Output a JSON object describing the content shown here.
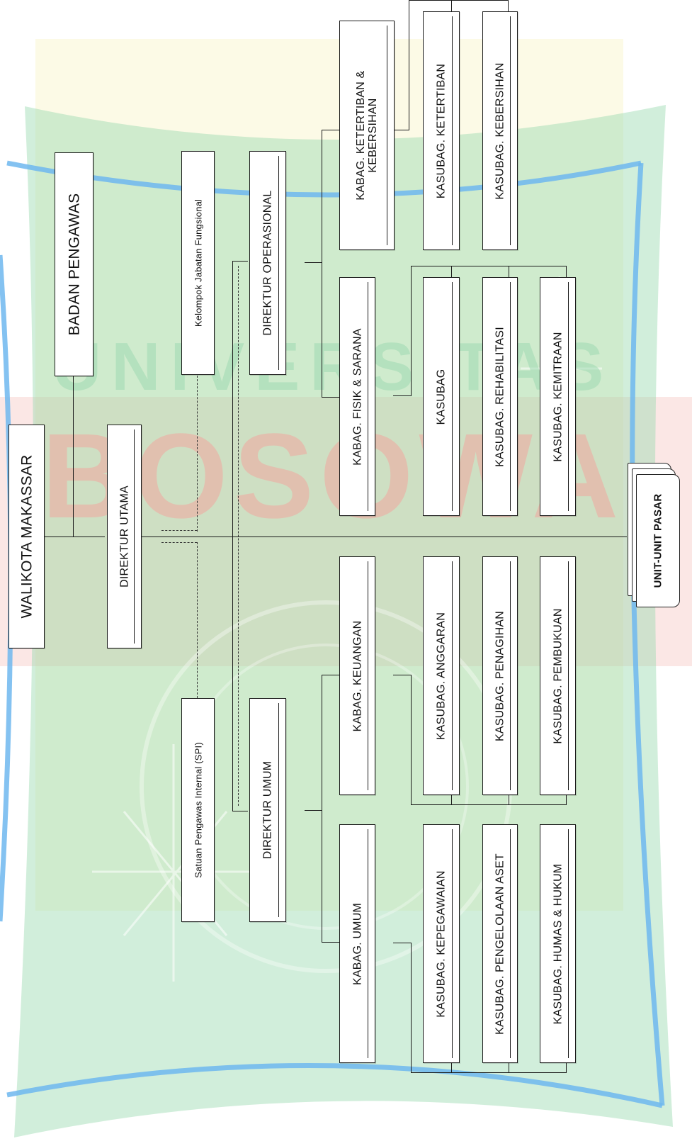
{
  "org_chart": {
    "walikota": "WALIKOTA MAKASSAR",
    "badan_pengawas": "BADAN PENGAWAS",
    "direktur_utama": "DIREKTUR UTAMA",
    "kelompok_jabatan": "Kelompok Jabatan Fungsional",
    "spi": "Satuan Pengawas Internal (SPI)",
    "direktur_operasional": "DIREKTUR OPERASIONAL",
    "direktur_umum": "DIREKTUR UMUM",
    "kabag_ketertiban_line1": "KABAG. KETERTIBAN &",
    "kabag_ketertiban_line2": "KEBERSIHAN",
    "kasubag_ketertiban": "KASUBAG. KETERTIBAN",
    "kasubag_kebersihan": "KASUBAG. KEBERSIHAN",
    "kabag_fisik": "KABAG. FISIK & SARANA",
    "kasubag": "KASUBAG",
    "kasubag_rehabilitasi": "KASUBAG. REHABILITASI",
    "kasubag_kemitraan": "KASUBAG. KEMITRAAN",
    "kabag_keuangan": "KABAG. KEUANGAN",
    "kasubag_anggaran": "KASUBAG. ANGGARAN",
    "kasubag_penagihan": "KASUBAG. PENAGIHAN",
    "kasubag_pembukuan": "KASUBAG. PEMBUKUAN",
    "kabag_umum": "KABAG. UMUM",
    "kasubag_kepegawaian": "KASUBAG. KEPEGAWAIAN",
    "kasubag_aset": "KASUBAG. PENGELOLAAN ASET",
    "kasubag_humas": "KASUBAG. HUMAS & HUKUM",
    "unit_pasar": "UNIT-UNIT PASAR"
  },
  "watermark": {
    "word1": "UNIVERSITAS",
    "word2": "BOSOWA",
    "colors": {
      "green": "#9ad9b0",
      "blue": "#6fb7ee",
      "yellow": "#f4ec9a",
      "red": "#f2a8a0"
    }
  }
}
